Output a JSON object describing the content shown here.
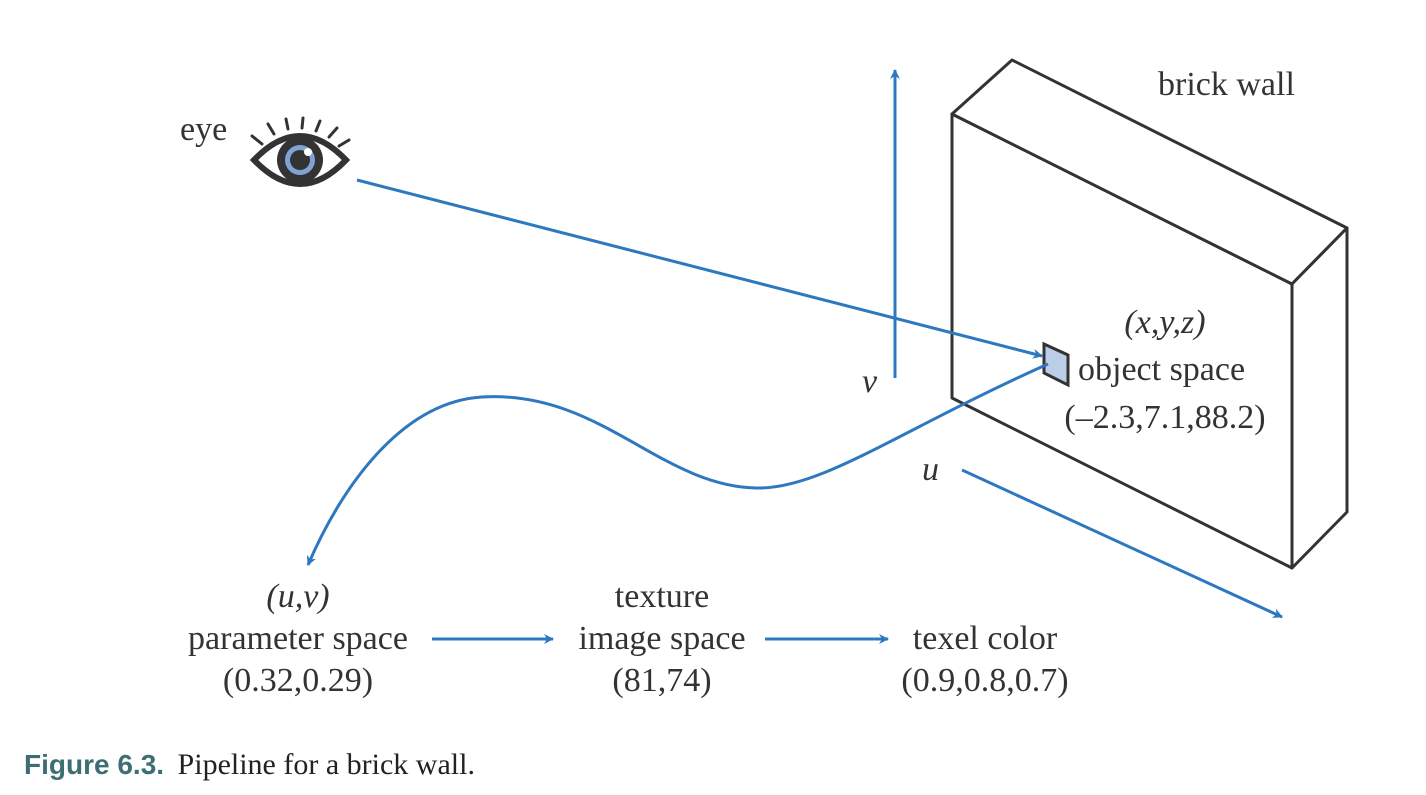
{
  "diagram": {
    "eye_label": "eye",
    "wall_label": "brick wall",
    "v_axis_label": "v",
    "u_axis_label": "u",
    "object_coords": "(x,y,z)",
    "object_space_label": "object space",
    "object_value": "(–2.3,7.1,88.2)",
    "param_coords": "(u,v)",
    "param_space_label": "parameter space",
    "param_value": "(0.32,0.29)",
    "texture_label": "texture",
    "image_space_label": "image space",
    "image_value": "(81,74)",
    "texel_label": "texel color",
    "texel_value": "(0.9,0.8,0.7)",
    "colors": {
      "arrow": "#2e78c0",
      "outline": "#333333",
      "patch": "#bccde8",
      "iris": "#7fa3d6"
    }
  },
  "caption": {
    "figure_number": "Figure 6.3.",
    "text": "Pipeline for a brick wall."
  }
}
